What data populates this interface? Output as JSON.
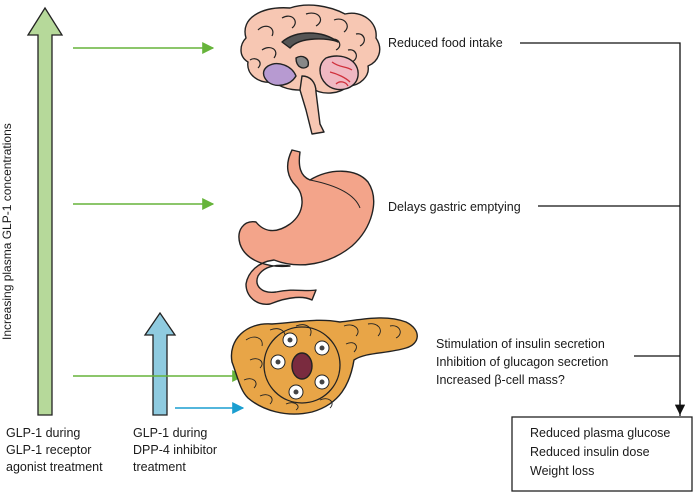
{
  "axis_label": "Increasing plasma GLP-1 concentrations",
  "effects": {
    "brain": "Reduced food intake",
    "stomach": "Delays gastric emptying",
    "pancreas": [
      "Stimulation of insulin secretion",
      "Inhibition of glucagon secretion",
      "Increased β-cell mass?"
    ]
  },
  "outcomes": [
    "Reduced plasma glucose",
    "Reduced insulin dose",
    "Weight loss"
  ],
  "treatments": {
    "agonist": [
      "GLP-1 during",
      "GLP-1 receptor",
      "agonist treatment"
    ],
    "dpp4": [
      "GLP-1 during",
      "DPP-4 inhibitor",
      "treatment"
    ]
  },
  "colors": {
    "green_arrow": "#b6d99a",
    "green_pointer": "#66b43a",
    "blue_arrow": "#8fcbe0",
    "blue_pointer": "#1a9ed0",
    "brain_fill": "#f7c7b3",
    "stomach_fill": "#f3a48a",
    "pancreas_fill": "#e8a547"
  }
}
